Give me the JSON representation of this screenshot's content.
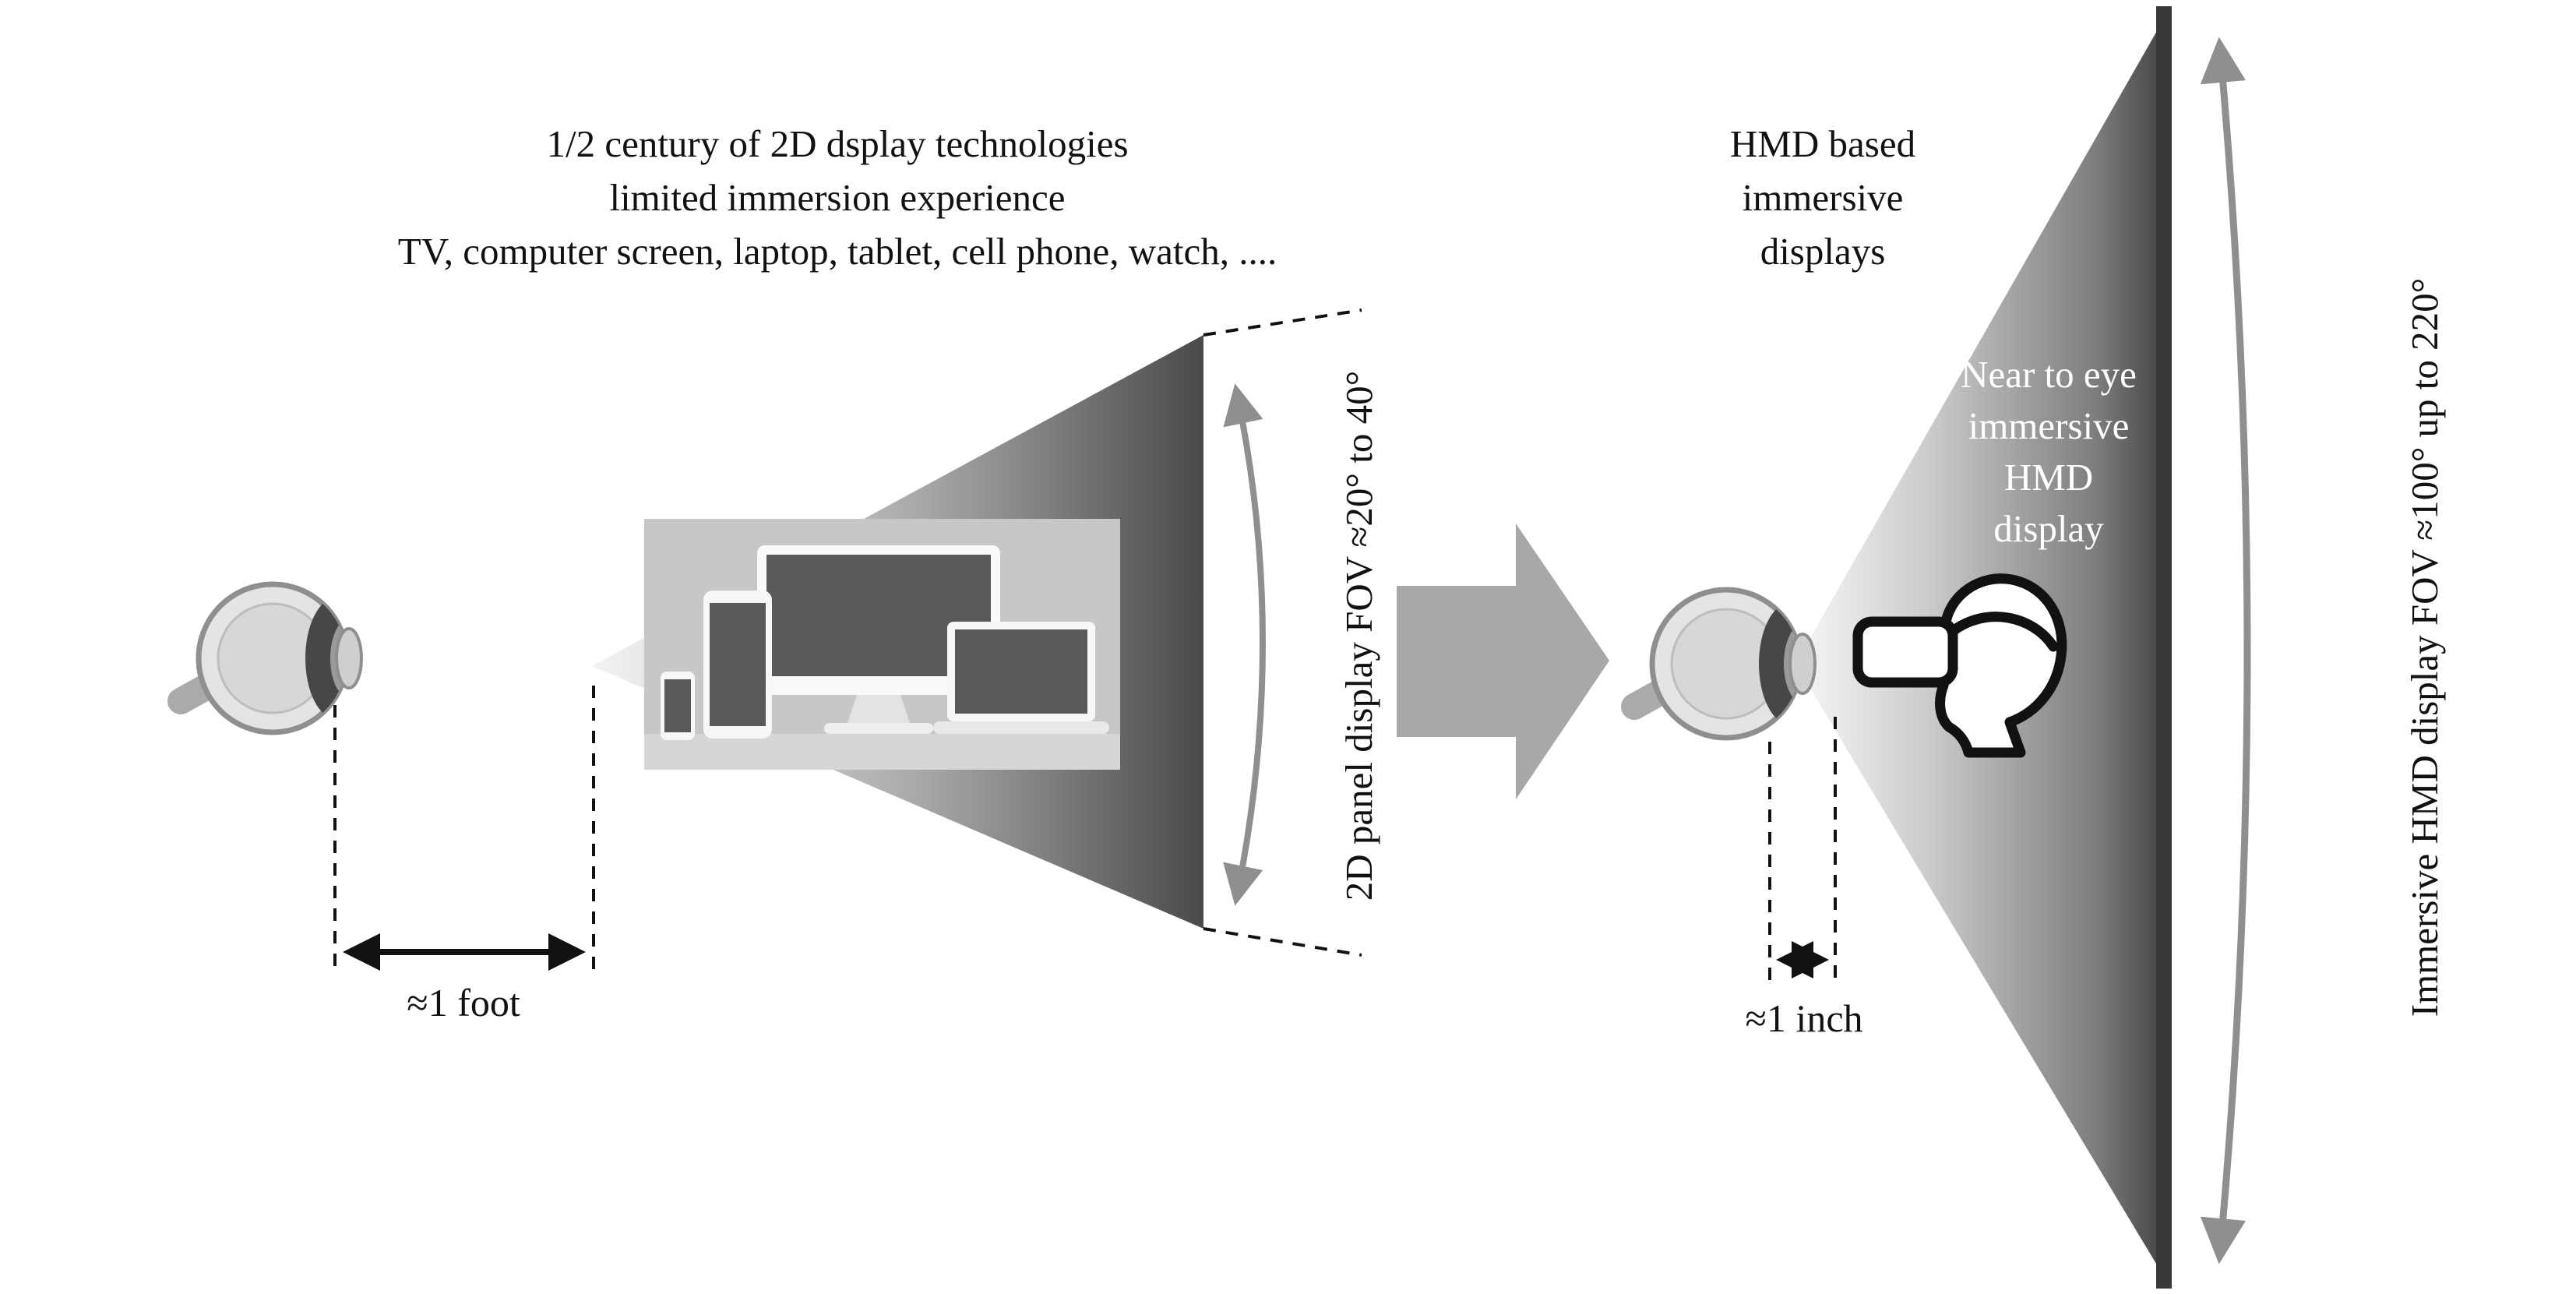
{
  "figure": {
    "left": {
      "title_lines": [
        "1/2 century of 2D dsplay technologies",
        "limited immersion experience",
        "TV, computer screen, laptop, tablet, cell phone, watch, ...."
      ],
      "distance_label": "≈1 foot",
      "fov_label": "2D panel display FOV ≈20° to 40°"
    },
    "right": {
      "title_lines": [
        "HMD based",
        "immersive",
        "displays"
      ],
      "cone_text_lines": [
        "Near to eye",
        "immersive",
        "HMD",
        "display"
      ],
      "distance_label": "≈1 inch",
      "fov_label": "Immersive HMD display FOV ≈100° up to 220°"
    },
    "icons": {
      "left_eye": "eye-side-view-icon",
      "right_eye": "eye-side-view-icon",
      "devices": "flat-panel-devices-icon",
      "transition": "right-arrow-icon",
      "hmd": "person-wearing-hmd-icon"
    },
    "colors": {
      "background": "#ffffff",
      "text": "#111111",
      "cone_text": "#ffffff",
      "cone_light": "#f2f2f2",
      "cone_dark": "#4a4a4a",
      "cone_edge": "#383838",
      "device_panel_bg": "#c7c7c7",
      "device_screen": "#595959",
      "transition_arrow": "#a8a8a8",
      "arc_arrow": "#8f8f8f"
    }
  }
}
